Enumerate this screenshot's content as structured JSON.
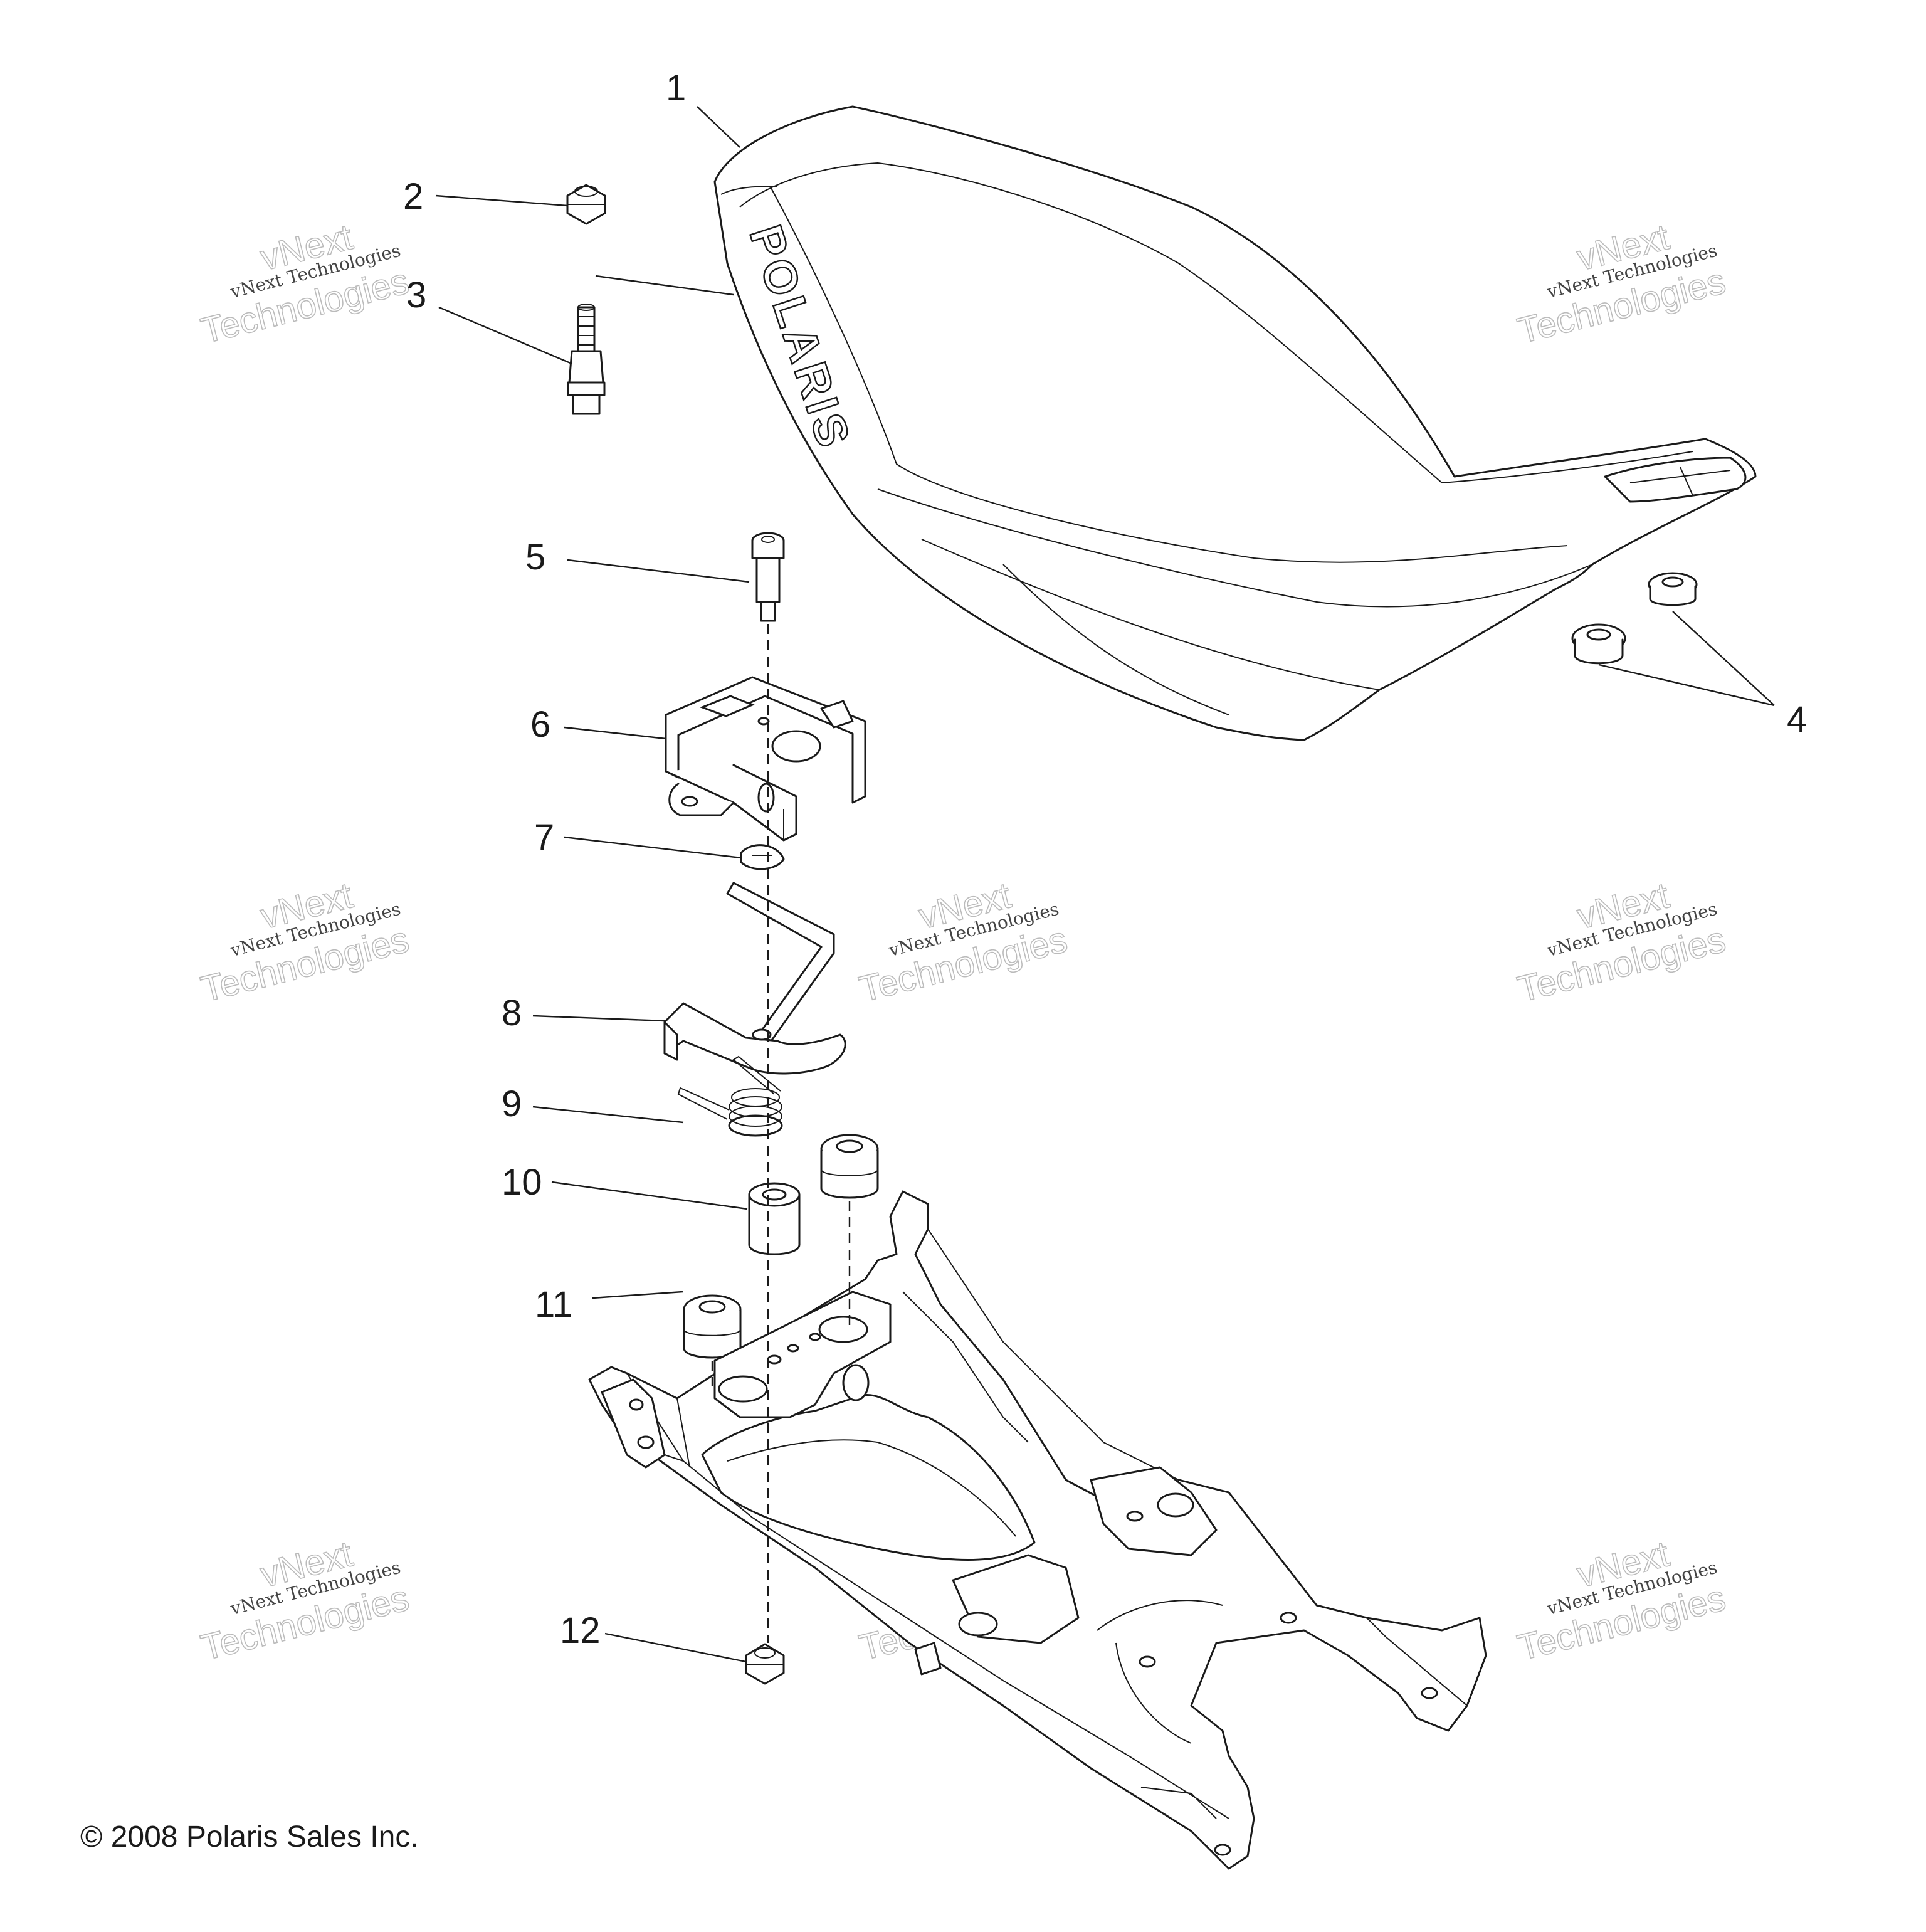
{
  "callouts": {
    "c1": "1",
    "c2": "2",
    "c3": "3",
    "c4": "4",
    "c5": "5",
    "c6": "6",
    "c7": "7",
    "c8": "8",
    "c9": "9",
    "c10": "10",
    "c11": "11",
    "c12": "12"
  },
  "seat_brand": "POLARIS",
  "watermark": {
    "line1": "vNext",
    "line2": "vNext Technologies",
    "line3": "Technologies"
  },
  "copyright": "© 2008 Polaris Sales Inc."
}
